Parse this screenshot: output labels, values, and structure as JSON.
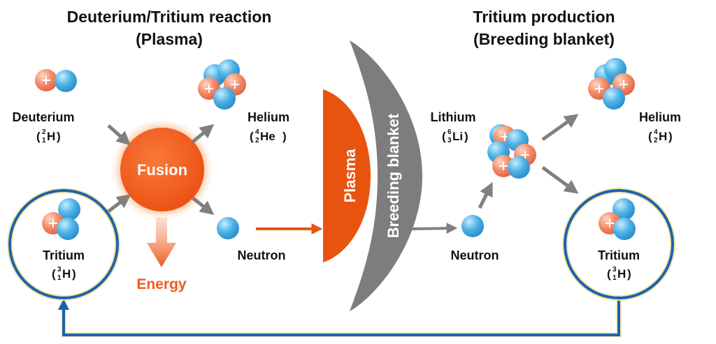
{
  "left_section": {
    "title_line1": "Deuterium/Tritium reaction",
    "title_line2": "(Plasma)"
  },
  "right_section": {
    "title_line1": "Tritium production",
    "title_line2": "(Breeding blanket)"
  },
  "deuterium": {
    "name": "Deuterium",
    "mass": "2",
    "atomic": "1",
    "element": "H"
  },
  "tritium_left": {
    "name": "Tritium",
    "mass": "3",
    "atomic": "1",
    "element": "H"
  },
  "helium_left": {
    "name": "Helium",
    "mass": "4",
    "atomic": "2",
    "element": "He"
  },
  "neutron_left": {
    "name": "Neutron"
  },
  "fusion": {
    "label": "Fusion"
  },
  "energy": {
    "label": "Energy"
  },
  "plasma_band": {
    "label": "Plasma"
  },
  "blanket_band": {
    "label": "Breeding blanket"
  },
  "lithium": {
    "name": "Lithium",
    "mass": "6",
    "atomic": "3",
    "element": "Li"
  },
  "neutron_right": {
    "name": "Neutron"
  },
  "helium_right": {
    "name": "Helium",
    "mass": "4",
    "atomic": "2",
    "element": "H"
  },
  "tritium_right": {
    "name": "Tritium",
    "mass": "3",
    "atomic": "1",
    "element": "H"
  },
  "colors": {
    "proton": "#f58d6a",
    "neutron": "#4db3e6",
    "fusion": "#f05a22",
    "plasma": "#e8540f",
    "blanket": "#7d7d7d",
    "arrow": "#808080",
    "neutron_path": "#e8540f",
    "cycle": "#1a63b0",
    "ring_glow": "#f5e6a8"
  },
  "icons": {
    "proton": "proton-plus-icon",
    "neutron": "neutron-icon"
  }
}
